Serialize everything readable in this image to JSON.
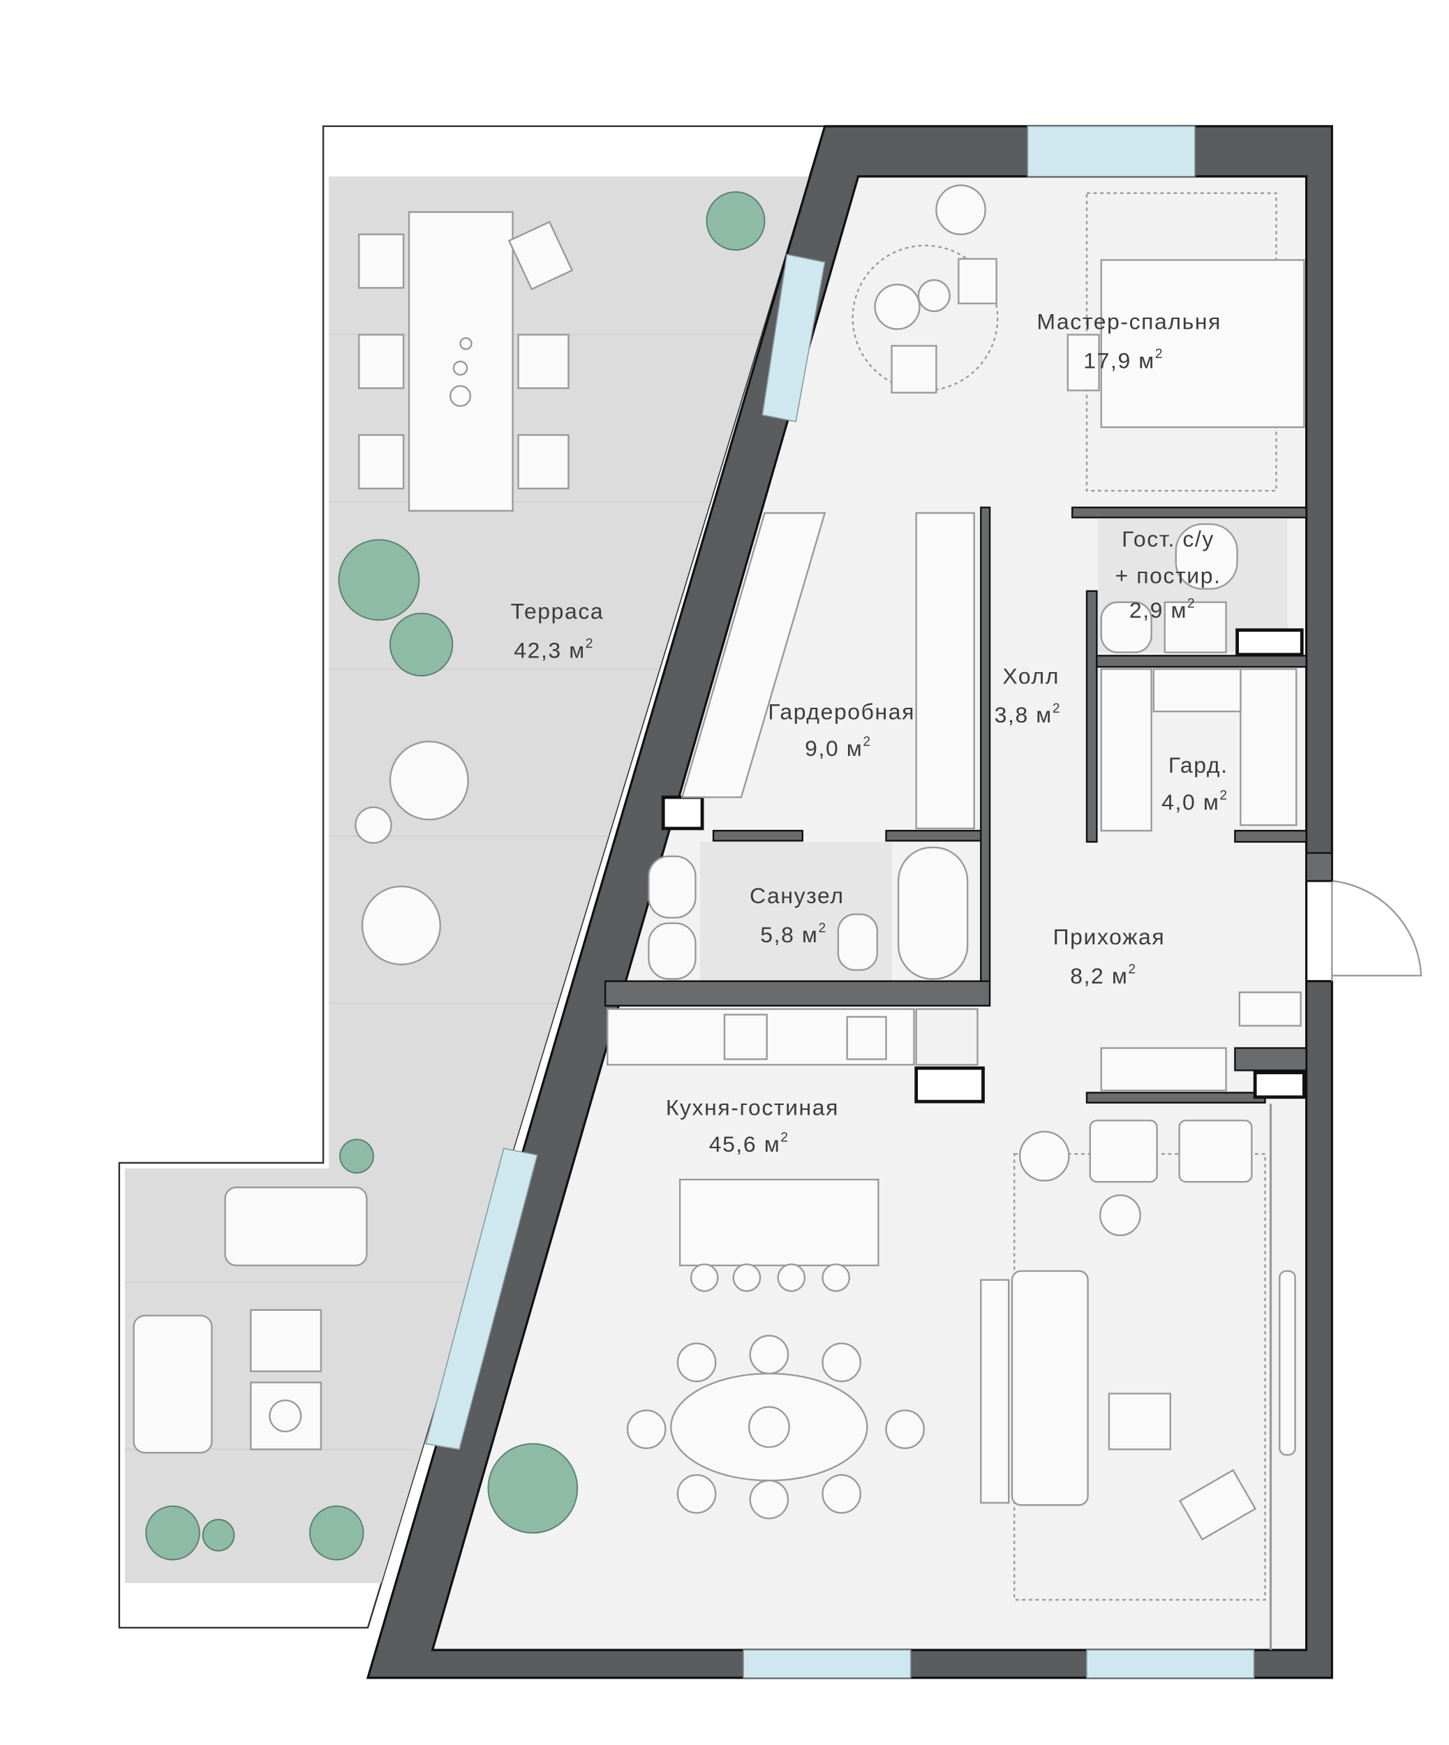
{
  "plan": {
    "rooms": [
      {
        "id": "master-bedroom",
        "name": "Мастер-спальня",
        "area": "17,9",
        "unit": "м",
        "power": "2"
      },
      {
        "id": "guest-bath",
        "name": "Гост. с/у",
        "name2": "+ постир.",
        "area": "2,9",
        "unit": "м",
        "power": "2"
      },
      {
        "id": "hall",
        "name": "Холл",
        "area": "3,8",
        "unit": "м",
        "power": "2"
      },
      {
        "id": "walk-in-closet",
        "name": "Гардеробная",
        "area": "9,0",
        "unit": "м",
        "power": "2"
      },
      {
        "id": "closet-small",
        "name": "Гард.",
        "area": "4,0",
        "unit": "м",
        "power": "2"
      },
      {
        "id": "terrace",
        "name": "Терраса",
        "area": "42,3",
        "unit": "м",
        "power": "2"
      },
      {
        "id": "bathroom",
        "name": "Санузел",
        "area": "5,8",
        "unit": "м",
        "power": "2"
      },
      {
        "id": "entrance",
        "name": "Прихожая",
        "area": "8,2",
        "unit": "м",
        "power": "2"
      },
      {
        "id": "kitchen-living",
        "name": "Кухня-гостиная",
        "area": "45,6",
        "unit": "м",
        "power": "2"
      }
    ],
    "colors": {
      "wall": "#5b5c5e",
      "floor": "#f2f2f2",
      "terrace": "#dcdcdc",
      "window": "#cfe8f0",
      "plant": "#8dbba6"
    }
  }
}
